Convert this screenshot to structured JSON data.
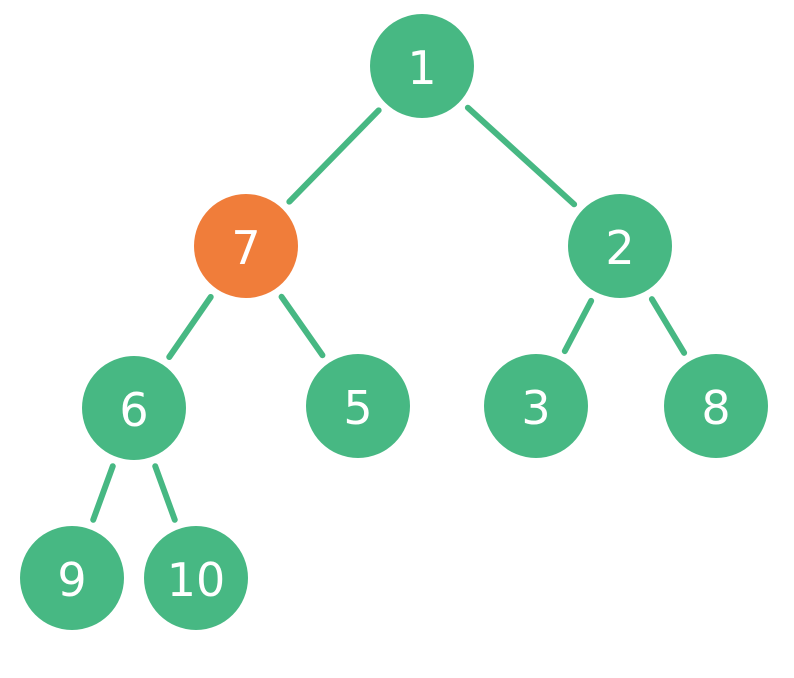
{
  "diagram": {
    "type": "binary-tree",
    "colors": {
      "node": "#47b883",
      "highlight": "#f07d3a",
      "edge": "#47b883",
      "label": "#ffffff"
    },
    "nodes": [
      {
        "id": "n1",
        "label": "1",
        "highlighted": false
      },
      {
        "id": "n7",
        "label": "7",
        "highlighted": true
      },
      {
        "id": "n2",
        "label": "2",
        "highlighted": false
      },
      {
        "id": "n6",
        "label": "6",
        "highlighted": false
      },
      {
        "id": "n5",
        "label": "5",
        "highlighted": false
      },
      {
        "id": "n3",
        "label": "3",
        "highlighted": false
      },
      {
        "id": "n8",
        "label": "8",
        "highlighted": false
      },
      {
        "id": "n9",
        "label": "9",
        "highlighted": false
      },
      {
        "id": "n10",
        "label": "10",
        "highlighted": false
      }
    ],
    "edges": [
      {
        "from": "n1",
        "to": "n7"
      },
      {
        "from": "n1",
        "to": "n2"
      },
      {
        "from": "n7",
        "to": "n6"
      },
      {
        "from": "n7",
        "to": "n5"
      },
      {
        "from": "n2",
        "to": "n3"
      },
      {
        "from": "n2",
        "to": "n8"
      },
      {
        "from": "n6",
        "to": "n9"
      },
      {
        "from": "n6",
        "to": "n10"
      }
    ]
  }
}
